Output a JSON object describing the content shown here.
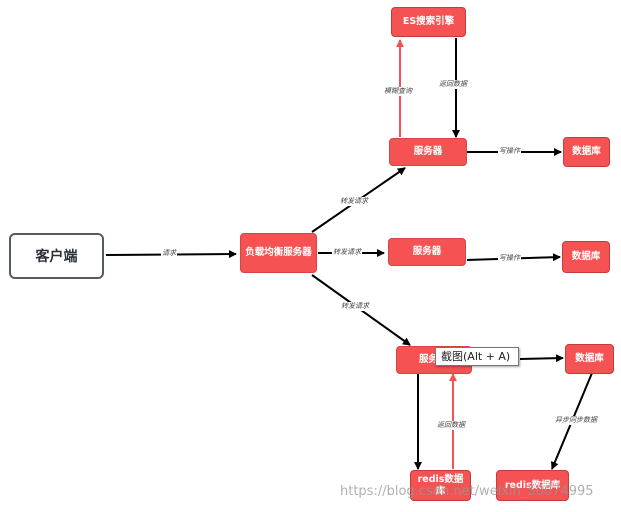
{
  "nodes": {
    "client": "客户端",
    "load_balancer": "负载均衡服务器",
    "server_top": "服务器",
    "server_mid": "服务器",
    "server_bottom": "服务",
    "es_engine": "ES搜索引擎",
    "db_top": "数据库",
    "db_mid": "数据库",
    "db_bottom": "数据库",
    "redis_left": "redis数据库",
    "redis_right": "redis数据库"
  },
  "edges": {
    "request": "请求",
    "forward_top": "转发请求",
    "forward_mid": "转发请求",
    "forward_bottom": "转发请求",
    "fuzzy_query": "模糊查询",
    "return_es": "返回数据",
    "write_top": "写操作",
    "write_mid": "写操作",
    "return_redis": "返回数据",
    "async_data": "异步同步数据"
  },
  "tooltip": "截图(Alt + A)",
  "watermark": "https://blog.csdn.net/weixin_50074995",
  "colors": {
    "node_fill": "#f55353",
    "arrow_black": "#000000",
    "arrow_red": "#f55353",
    "client_border": "#555c66"
  }
}
